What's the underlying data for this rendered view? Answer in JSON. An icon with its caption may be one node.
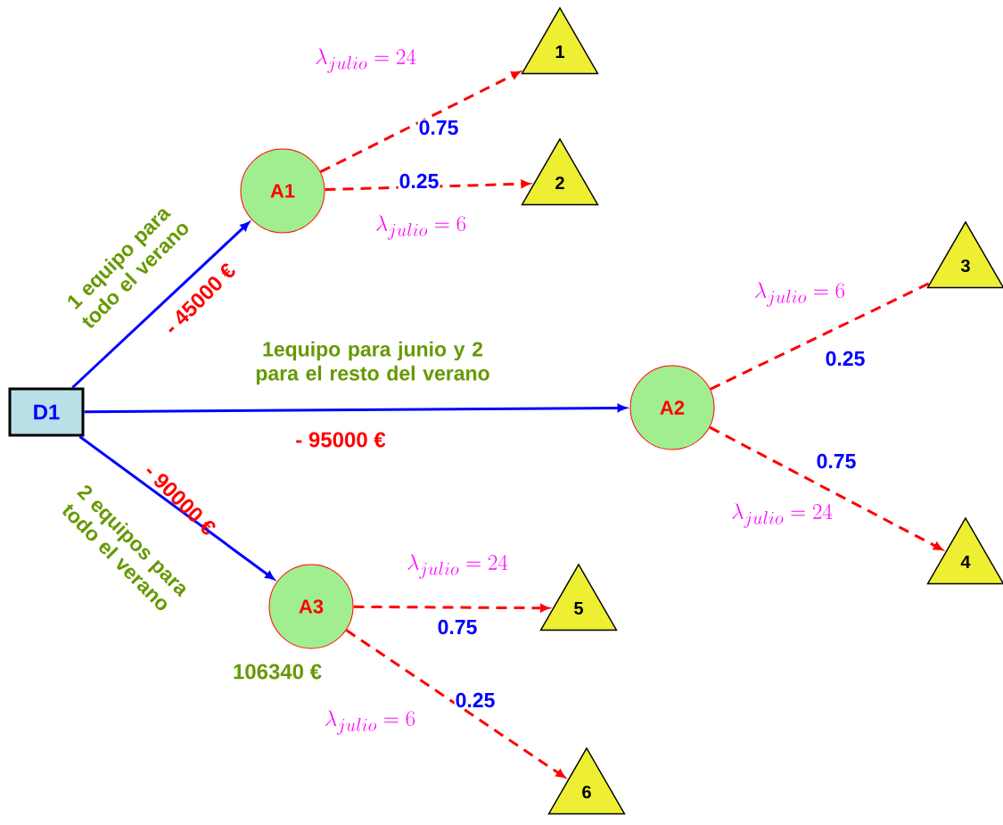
{
  "diagram": {
    "nodes": [
      {
        "text": [
          "D1"
        ]
      },
      {
        "text": [
          "A1"
        ]
      },
      {
        "text": [
          "A2"
        ]
      },
      {
        "text": [
          "A3"
        ],
        "beside": [
          "106340 €"
        ]
      },
      {
        "text": [
          "1"
        ]
      },
      {
        "text": [
          "2"
        ]
      },
      {
        "text": [
          "3"
        ]
      },
      {
        "text": [
          "4"
        ]
      },
      {
        "text": [
          "5"
        ]
      },
      {
        "text": [
          "6"
        ]
      }
    ],
    "edges": [
      {
        "from": 0,
        "to": 1,
        "arrow": "to",
        "label": "1 equipo para todo el verano",
        "color": "#0000ff"
      },
      {
        "from": 0,
        "to": 2,
        "arrow": "to",
        "label": "1equipo para junio y 2 para el resto del verano",
        "color": "#0000ff"
      },
      {
        "from": 0,
        "to": 3,
        "arrow": "to",
        "label": "2 equipos para todo el verano",
        "color": "#0000ff"
      },
      {
        "from": 1,
        "to": 4,
        "arrow": "to",
        "label": "0.75",
        "style": "dashed"
      },
      {
        "from": 1,
        "to": 5,
        "arrow": "to",
        "label": "0.25",
        "style": "dashed"
      },
      {
        "from": 2,
        "to": 6,
        "arrow": "none",
        "label": "0.25",
        "style": "dashed"
      },
      {
        "from": 2,
        "to": 7,
        "arrow": "to",
        "label": "0.75",
        "style": "dashed"
      },
      {
        "from": 3,
        "to": 8,
        "arrow": "to",
        "label": "0.75",
        "style": "dashed"
      },
      {
        "from": 3,
        "to": 9,
        "arrow": "to",
        "label": "0.25",
        "style": "dashed"
      }
    ],
    "labels": [
      "\\lambda_{julio} = 24",
      "\\lambda_{julio} = 6",
      "- 45000 €",
      "\\lambda_{julio} = 6",
      "- 95000 €",
      "- 90000 €",
      "\\lambda_{julio} = 24",
      "\\lambda_{julio} = 24",
      "\\lambda_{julio} = 6"
    ]
  }
}
